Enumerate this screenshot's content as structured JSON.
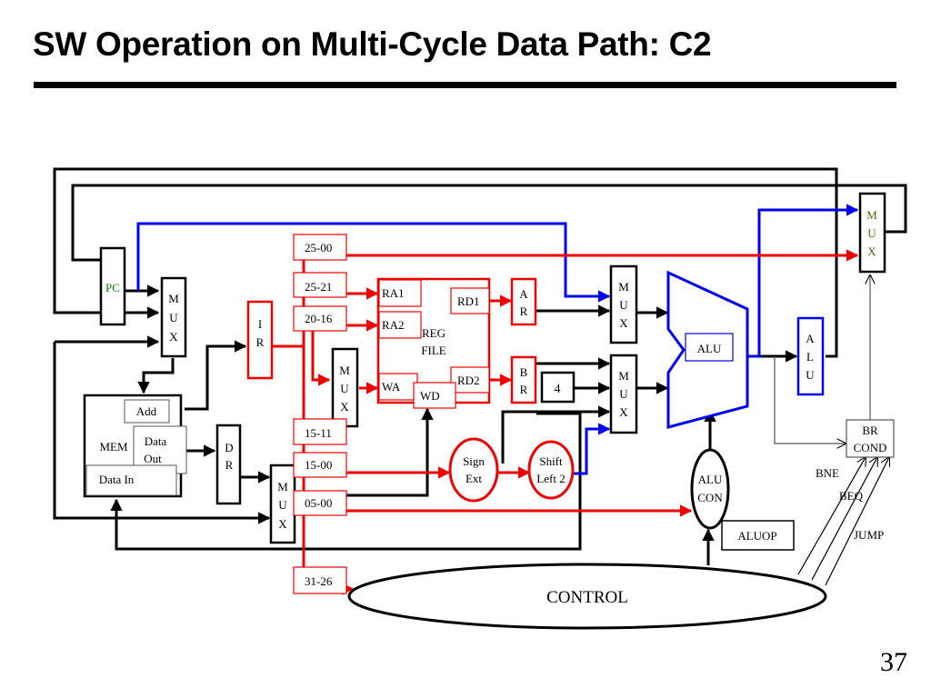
{
  "slide": {
    "title": "SW Operation on Multi-Cycle Data Path: C2",
    "page_number": "37"
  },
  "colors": {
    "active_path": "#ee0000",
    "blue_path": "#0000ee",
    "pc_text": "#0e7a0e",
    "mux_text": "#4a6a10",
    "wire": "#000000"
  },
  "diagram": {
    "pc": "PC",
    "mux_letters": [
      "M",
      "U",
      "X"
    ],
    "ir_letters": [
      "I",
      "R"
    ],
    "dr_letters": [
      "D",
      "R"
    ],
    "ar_letters": [
      "A",
      "R"
    ],
    "br_letters": [
      "B",
      "R"
    ],
    "alu_out_letters": [
      "A",
      "L",
      "U"
    ],
    "memory": {
      "add": "Add",
      "mem": "MEM",
      "data_out_line1": "Data",
      "data_out_line2": "Out",
      "data_in": "Data In"
    },
    "fields": {
      "f25_00": "25-00",
      "f25_21": "25-21",
      "f20_16": "20-16",
      "f15_11": "15-11",
      "f15_00": "15-00",
      "f05_00": "05-00",
      "f31_26": "31-26"
    },
    "regfile": {
      "ra1": "RA1",
      "ra2": "RA2",
      "rd1": "RD1",
      "rd2": "RD2",
      "wa": "WA",
      "wd": "WD",
      "name_line1": "REG",
      "name_line2": "FILE"
    },
    "const_four": "4",
    "sign_ext_line1": "Sign",
    "sign_ext_line2": "Ext",
    "shift_line1": "Shift",
    "shift_line2": "Left 2",
    "alu": "ALU",
    "alu_con_line1": "ALU",
    "alu_con_line2": "CON",
    "aluop": "ALUOP",
    "br_cond_line1": "BR",
    "br_cond_line2": "COND",
    "bne": "BNE",
    "beq": "BEQ",
    "jump": "JUMP",
    "control": "CONTROL"
  }
}
